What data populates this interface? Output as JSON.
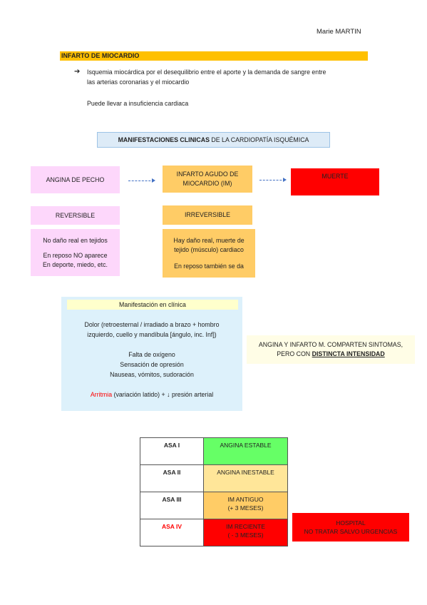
{
  "author": "Marie MARTIN",
  "section_title": "INFARTO DE MIOCARDIO",
  "arrow_symbol": "➔",
  "definition_line1": "Isquemia miocárdica por el desequilibrio entre el aporte y la demanda de sangre entre",
  "definition_line2": "las arterias coronarias y el miocardio",
  "consequence": "Puede llevar a insuficiencia cardiaca",
  "manifestations_title_bold": "MANIFESTACIONES CLINICAS",
  "manifestations_title_rest": " DE LA CARDIOPATÍA ISQUÉMICA",
  "angina": {
    "title": "ANGINA DE PECHO",
    "status": "REVERSIBLE",
    "lines": [
      "No daño real en tejidos",
      "En reposo NO aparece",
      "En deporte, miedo, etc."
    ]
  },
  "infarto": {
    "title_line1": "INFARTO AGUDO DE",
    "title_line2": "MIOCARDIO (IM)",
    "status": "IRREVERSIBLE",
    "lines": [
      "Hay daño real, muerte de",
      "tejido (músculo) cardiaco",
      "En reposo también se da"
    ]
  },
  "muerte": "MUERTE",
  "clinic": {
    "header": "Manifestación en clínica",
    "pain_line1": "Dolor (retroesternal / irradiado a brazo + hombro",
    "pain_line2": "izquierdo, cuello y mandíbula [ángulo, inc. Inf])",
    "symptoms": [
      "Falta de oxígeno",
      "Sensación de opresión",
      "Nauseas, vómitos, sudoración"
    ],
    "arrhythmia_red": "Arritmia",
    "arrhythmia_rest": " (variación latido) + ↓ presión arterial"
  },
  "shared": {
    "line1": "ANGINA Y INFARTO M.  COMPARTEN SINTOMAS,",
    "line2_prefix": "PERO CON ",
    "line2_emph": "DISTINCTA INTENSIDAD"
  },
  "asa_table": [
    {
      "label": "ASA I",
      "value_line1": "ANGINA ESTABLE",
      "value_line2": "",
      "color": "#66ff66",
      "label_color": "#222222"
    },
    {
      "label": "ASA II",
      "value_line1": "ANGINA INESTABLE",
      "value_line2": "",
      "color": "#ffe699",
      "label_color": "#222222"
    },
    {
      "label": "ASA III",
      "value_line1": "IM ANTIGUO",
      "value_line2": "(+ 3 MESES)",
      "color": "#ffcc66",
      "label_color": "#222222"
    },
    {
      "label": "ASA IV",
      "value_line1": "IM RECIENTE",
      "value_line2": "( - 3 MESES)",
      "color": "#ff0000",
      "label_color": "#ff0000"
    }
  ],
  "hospital": {
    "line1": "HOSPITAL",
    "line2": "NO TRATAR SALVO URGENCIAS"
  }
}
